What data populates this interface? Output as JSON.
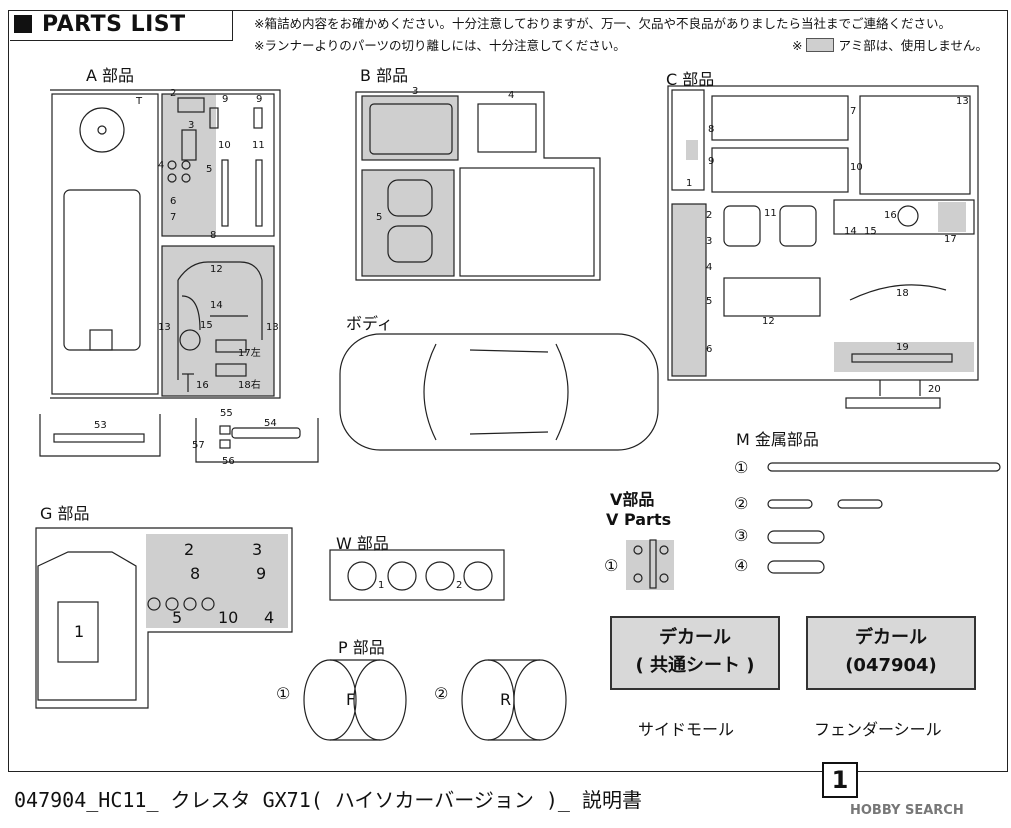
{
  "header": {
    "title": "PARTS LIST",
    "notice1": "※箱詰め内容をお確かめください。十分注意しておりますが、万一、欠品や不良品がありましたら当社までご連絡ください。",
    "notice2": "※ランナーよりのパーツの切り離しには、十分注意してください。",
    "notice3a": "※",
    "notice3b": "アミ部は、使用しません。"
  },
  "sections": {
    "a": {
      "label": "A 部品",
      "nums": [
        "2",
        "3",
        "4",
        "5",
        "6",
        "7",
        "8",
        "9",
        "9",
        "10",
        "11",
        "12",
        "13",
        "13",
        "14",
        "15",
        "16",
        "17左",
        "18右",
        "53",
        "54",
        "55",
        "56",
        "57",
        "T"
      ]
    },
    "b": {
      "label": "B 部品",
      "nums": [
        "3",
        "4",
        "5"
      ]
    },
    "c": {
      "label": "C 部品",
      "nums": [
        "1",
        "2",
        "3",
        "4",
        "5",
        "6",
        "7",
        "8",
        "9",
        "10",
        "11",
        "12",
        "13",
        "14",
        "15",
        "16",
        "17",
        "18",
        "19",
        "20"
      ]
    },
    "body": {
      "label": "ボディ"
    },
    "m": {
      "label": "M 金属部品",
      "items": [
        "①",
        "②",
        "③",
        "④"
      ]
    },
    "v": {
      "label": "V部品",
      "label_en": "V Parts",
      "item": "①"
    },
    "g": {
      "label": "G 部品",
      "nums": [
        "1",
        "2",
        "3",
        "8",
        "9",
        "5",
        "10",
        "4"
      ]
    },
    "w": {
      "label": "W 部品",
      "nums": [
        "1",
        "2"
      ]
    },
    "p": {
      "label": "P 部品",
      "items": [
        "①",
        "②"
      ],
      "tires": [
        "F",
        "R"
      ]
    }
  },
  "decals": [
    {
      "line1": "デカール",
      "line2": "( 共通シート )",
      "caption": "サイドモール"
    },
    {
      "line1": "デカール",
      "line2": "(047904)",
      "caption": "フェンダーシール"
    }
  ],
  "footer": {
    "text": "047904_HC11_ クレスタ GX71( ハイソカーバージョン )_ 説明書",
    "page": "1"
  },
  "watermark": "HOBBY SEARCH",
  "colors": {
    "mesh_gray": "#cfcfcf",
    "line": "#222222"
  }
}
